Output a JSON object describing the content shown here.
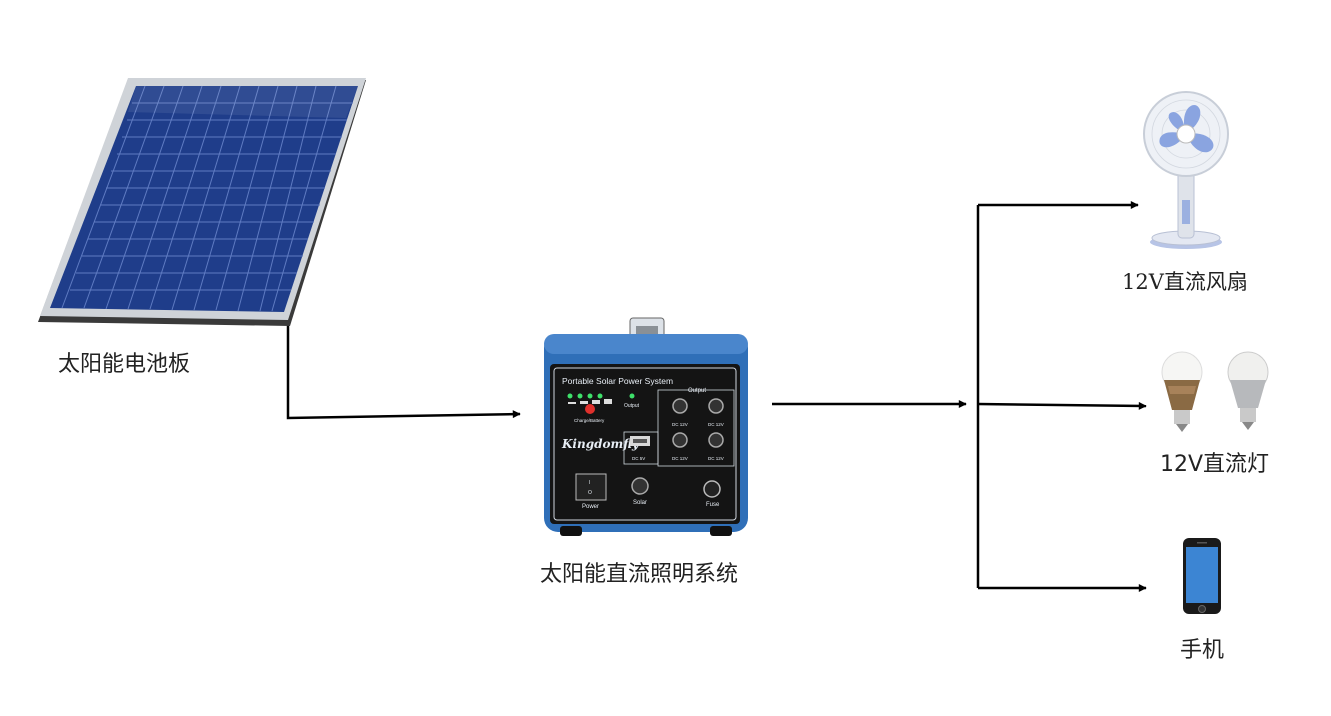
{
  "labels": {
    "solar_panel": "太阳能电池板",
    "system": "太阳能直流照明系统",
    "fan": "12V直流风扇",
    "lamp": "12V直流灯",
    "phone": "手机"
  },
  "device": {
    "title": "Portable Solar Power System",
    "brand": "Kingdomfly",
    "output_heading": "Output",
    "charge_label": "Charge/Battery",
    "output_led_label": "Output",
    "dc12_a": "DC 12V",
    "dc12_b": "DC 12V",
    "dc12_c": "DC 12V",
    "dc12_d": "DC 12V",
    "dc5": "DC 5V",
    "power_label": "Power",
    "solar_label": "Solar",
    "fuse_label": "Fuse",
    "switch_on": "I",
    "switch_off": "O"
  },
  "icons": {
    "panel": "solar-panel-icon",
    "box": "power-box-icon",
    "fan": "fan-icon",
    "bulb": "bulb-icon",
    "phone": "smartphone-icon"
  },
  "colors": {
    "case_blue": "#2f6fb8",
    "panel_cell": "#1f3d8a",
    "arrow": "#000000",
    "fan_blue": "#8aa4e0"
  }
}
